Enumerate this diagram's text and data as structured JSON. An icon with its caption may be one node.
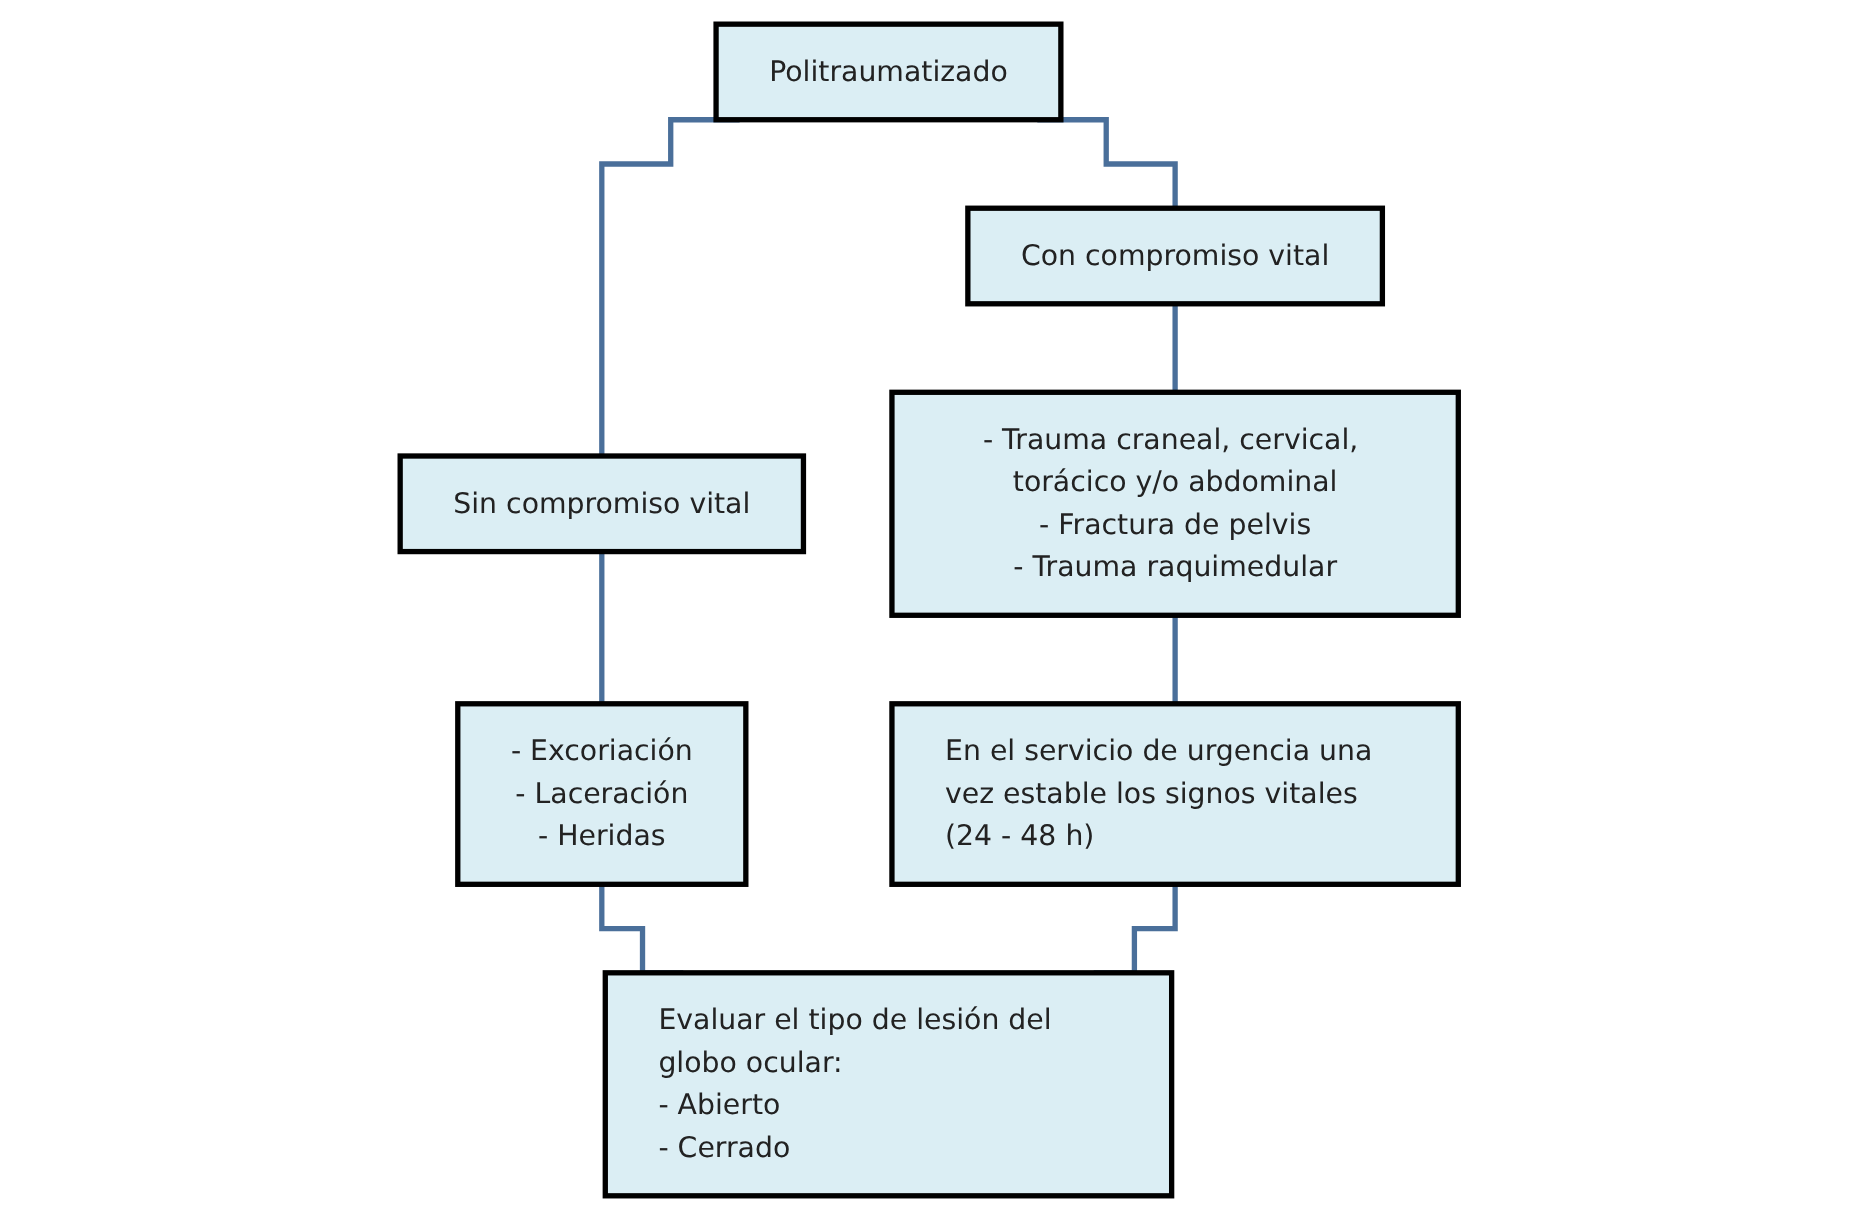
{
  "diagram": {
    "nodes": [
      {
        "text": [
          "Politraumatizado"
        ]
      },
      {
        "text": [
          "Con compromiso vital"
        ]
      },
      {
        "text": [
          "Sin compromiso vital"
        ]
      },
      {
        "text": [
          "- Trauma craneal, cervical, torácico y/o abdominal",
          "- Fractura de pelvis",
          "- Trauma raquimedular"
        ]
      },
      {
        "text": [
          "- Excoriación",
          "- Laceración",
          "- Heridas"
        ]
      },
      {
        "text": [
          "En el servicio de urgencia una vez estable los signos vitales (24 - 48 h)"
        ]
      },
      {
        "text": [
          "Evaluar el tipo de lesión del globo ocular:",
          "- Abierto",
          "- Cerrado"
        ]
      }
    ],
    "edges": [
      {
        "from": 0,
        "to": 1,
        "arrow": "none"
      },
      {
        "from": 0,
        "to": 2,
        "arrow": "none"
      },
      {
        "from": 1,
        "to": 3,
        "arrow": "none"
      },
      {
        "from": 2,
        "to": 4,
        "arrow": "none"
      },
      {
        "from": 3,
        "to": 5,
        "arrow": "none"
      },
      {
        "from": 4,
        "to": 6,
        "arrow": "none"
      },
      {
        "from": 5,
        "to": 6,
        "arrow": "none"
      }
    ]
  }
}
